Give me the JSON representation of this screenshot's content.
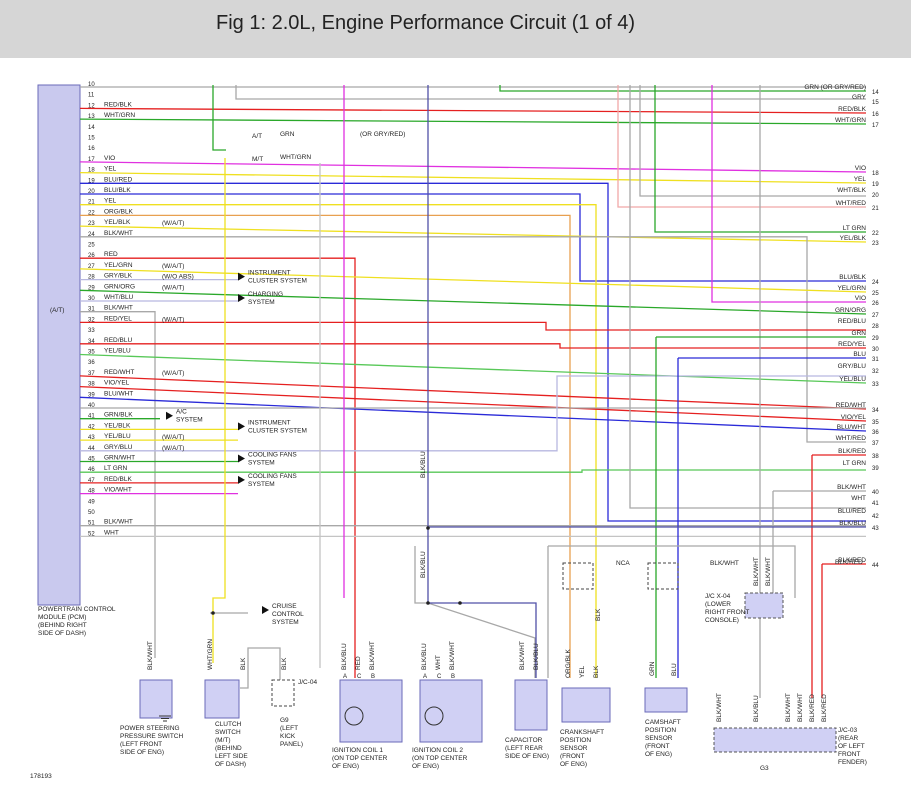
{
  "title": "Fig 1: 2.0L, Engine Performance Circuit (1 of 4)",
  "colors": {
    "pcm_fill": "#c9c9ee",
    "comp_fill": "#d0d0f4",
    "module_stroke": "#6a6ab8"
  },
  "pcm": {
    "at_label": "(A/T)",
    "name_lines": [
      "POWERTRAIN CONTROL",
      "MODULE (PCM)",
      "(BEHIND RIGHT",
      "SIDE OF DASH)"
    ],
    "pins": [
      {
        "pin": "10",
        "wire": ""
      },
      {
        "pin": "11",
        "wire": ""
      },
      {
        "pin": "12",
        "wire": "RED/BLK"
      },
      {
        "pin": "13",
        "wire": "WHT/GRN"
      },
      {
        "pin": "14",
        "wire": ""
      },
      {
        "pin": "15",
        "wire": ""
      },
      {
        "pin": "16",
        "wire": ""
      },
      {
        "pin": "17",
        "wire": "VIO"
      },
      {
        "pin": "18",
        "wire": "YEL"
      },
      {
        "pin": "19",
        "wire": "BLU/RED"
      },
      {
        "pin": "20",
        "wire": "BLU/BLK"
      },
      {
        "pin": "21",
        "wire": "YEL"
      },
      {
        "pin": "22",
        "wire": "ORG/BLK"
      },
      {
        "pin": "23",
        "wire": "YEL/BLK"
      },
      {
        "pin": "24",
        "wire": "BLK/WHT"
      },
      {
        "pin": "25",
        "wire": ""
      },
      {
        "pin": "26",
        "wire": "RED"
      },
      {
        "pin": "27",
        "wire": "YEL/GRN"
      },
      {
        "pin": "28",
        "wire": "GRY/BLK"
      },
      {
        "pin": "29",
        "wire": "GRN/ORG"
      },
      {
        "pin": "30",
        "wire": "WHT/BLU"
      },
      {
        "pin": "31",
        "wire": "BLK/WHT"
      },
      {
        "pin": "32",
        "wire": "RED/YEL"
      },
      {
        "pin": "33",
        "wire": ""
      },
      {
        "pin": "34",
        "wire": "RED/BLU"
      },
      {
        "pin": "35",
        "wire": "YEL/BLU"
      },
      {
        "pin": "36",
        "wire": ""
      },
      {
        "pin": "37",
        "wire": "RED/WHT"
      },
      {
        "pin": "38",
        "wire": "VIO/YEL"
      },
      {
        "pin": "39",
        "wire": "BLU/WHT"
      },
      {
        "pin": "40",
        "wire": ""
      },
      {
        "pin": "41",
        "wire": "GRN/BLK"
      },
      {
        "pin": "42",
        "wire": "YEL/BLK"
      },
      {
        "pin": "43",
        "wire": "YEL/BLU"
      },
      {
        "pin": "44",
        "wire": "GRY/BLU"
      },
      {
        "pin": "45",
        "wire": "GRN/WHT"
      },
      {
        "pin": "46",
        "wire": "LT GRN"
      },
      {
        "pin": "47",
        "wire": "RED/BLK"
      },
      {
        "pin": "48",
        "wire": "VIO/WHT"
      },
      {
        "pin": "49",
        "wire": ""
      },
      {
        "pin": "50",
        "wire": ""
      },
      {
        "pin": "51",
        "wire": "BLK/WHT"
      },
      {
        "pin": "52",
        "wire": "WHT"
      }
    ]
  },
  "right_labels": [
    {
      "num": "14",
      "wire": "GRN (OR GRY/RED)"
    },
    {
      "num": "15",
      "wire": "GRY"
    },
    {
      "num": "16",
      "wire": "RED/BLK"
    },
    {
      "num": "17",
      "wire": "WHT/GRN"
    },
    {
      "num": "18",
      "wire": "VIO"
    },
    {
      "num": "19",
      "wire": "YEL"
    },
    {
      "num": "20",
      "wire": "WHT/BLK"
    },
    {
      "num": "21",
      "wire": "WHT/RED"
    },
    {
      "num": "22",
      "wire": "LT GRN"
    },
    {
      "num": "23",
      "wire": "YEL/BLK"
    },
    {
      "num": "24",
      "wire": "BLU/BLK"
    },
    {
      "num": "25",
      "wire": "YEL/GRN"
    },
    {
      "num": "26",
      "wire": "VIO"
    },
    {
      "num": "27",
      "wire": "GRN/ORG"
    },
    {
      "num": "28",
      "wire": "RED/BLU"
    },
    {
      "num": "29",
      "wire": "GRN"
    },
    {
      "num": "30",
      "wire": "RED/YEL"
    },
    {
      "num": "31",
      "wire": "BLU"
    },
    {
      "num": "32",
      "wire": "GRY/BLU"
    },
    {
      "num": "33",
      "wire": "YEL/BLU"
    },
    {
      "num": "34",
      "wire": "RED/WHT"
    },
    {
      "num": "35",
      "wire": "VIO/YEL"
    },
    {
      "num": "36",
      "wire": "BLU/WHT"
    },
    {
      "num": "37",
      "wire": "WHT/RED"
    },
    {
      "num": "38",
      "wire": "BLK/RED"
    },
    {
      "num": "39",
      "wire": "LT GRN"
    },
    {
      "num": "40",
      "wire": "BLK/WHT"
    },
    {
      "num": "41",
      "wire": "WHT"
    },
    {
      "num": "42",
      "wire": "BLU/RED"
    },
    {
      "num": "43",
      "wire": "BLK/BLU"
    },
    {
      "num": "44",
      "wire": "BLK/RED"
    }
  ],
  "notes": {
    "wat": "(W/A/T)",
    "woabs": "(W/O ABS)",
    "at": "A/T",
    "mt": "M/T",
    "grn": "GRN",
    "or_gry_red": "(OR GRY/RED)",
    "wht_grn": "WHT/GRN",
    "nca": "NCA",
    "blk_wht": "BLK/WHT",
    "blk_red": "BLK/RED",
    "blk_blu": "BLK/BLU",
    "ref": "178193"
  },
  "systems": {
    "instrument": [
      "INSTRUMENT",
      "CLUSTER SYSTEM"
    ],
    "charging": [
      "CHARGING",
      "SYSTEM"
    ],
    "ac": [
      "A/C",
      "SYSTEM"
    ],
    "cooling": [
      "COOLING FANS",
      "SYSTEM"
    ],
    "cruise": [
      "CRUISE",
      "CONTROL",
      "SYSTEM"
    ]
  },
  "components": {
    "power_steering": {
      "lines": [
        "POWER STEERING",
        "PRESSURE SWITCH",
        "(LEFT FRONT",
        "SIDE OF ENG)"
      ],
      "wire": "BLK/WHT"
    },
    "clutch": {
      "lines": [
        "CLUTCH",
        "SWITCH",
        "(M/T)",
        "(BEHIND",
        "LEFT SIDE",
        "OF DASH)"
      ],
      "wire": "WHT/GRN"
    },
    "g9": {
      "lines": [
        "G9",
        "(LEFT",
        "KICK",
        "PANEL)"
      ],
      "jc": "J/C-04",
      "wire": "BLK"
    },
    "coil1": {
      "lines": [
        "IGNITION COIL 1",
        "(ON TOP CENTER",
        "OF ENG)"
      ],
      "wires": [
        "BLK/BLU",
        "RED",
        "BLK/WHT"
      ],
      "pins": [
        "A",
        "C",
        "B"
      ]
    },
    "coil2": {
      "lines": [
        "IGNITION COIL 2",
        "(ON TOP CENTER",
        "OF ENG)"
      ],
      "wires": [
        "BLK/BLU",
        "WHT",
        "BLK/WHT"
      ],
      "pins": [
        "A",
        "C",
        "B"
      ]
    },
    "capacitor": {
      "lines": [
        "CAPACITOR",
        "(LEFT REAR",
        "SIDE OF ENG)"
      ],
      "wires": [
        "BLK/WHT",
        "BLK/BLU"
      ]
    },
    "crank": {
      "lines": [
        "CRANKSHAFT",
        "POSITION",
        "SENSOR",
        "(FRONT",
        "OF ENG)"
      ],
      "wires": [
        "ORG/BLK",
        "YEL",
        "BLK"
      ]
    },
    "cam": {
      "lines": [
        "CAMSHAFT",
        "POSITION",
        "SENSOR",
        "(FRONT",
        "OF ENG)"
      ],
      "wires": [
        "GRN",
        "BLU"
      ]
    },
    "jc_x04": {
      "lines": [
        "J/C X-04",
        "(LOWER",
        "RIGHT FRONT",
        "CONSOLE)"
      ],
      "wires": [
        "BLK/WHT",
        "BLK/WHT"
      ]
    },
    "g3": {
      "label": "G3",
      "jc": [
        "J/C-03",
        "(REAR",
        "OF LEFT",
        "FRONT",
        "FENDER)"
      ],
      "wires": [
        "BLK/WHT",
        "BLK/BLU",
        "BLK/WHT",
        "BLK/WHT",
        "BLK/RED",
        "BLK/RED"
      ],
      "blk": "BLK"
    }
  }
}
